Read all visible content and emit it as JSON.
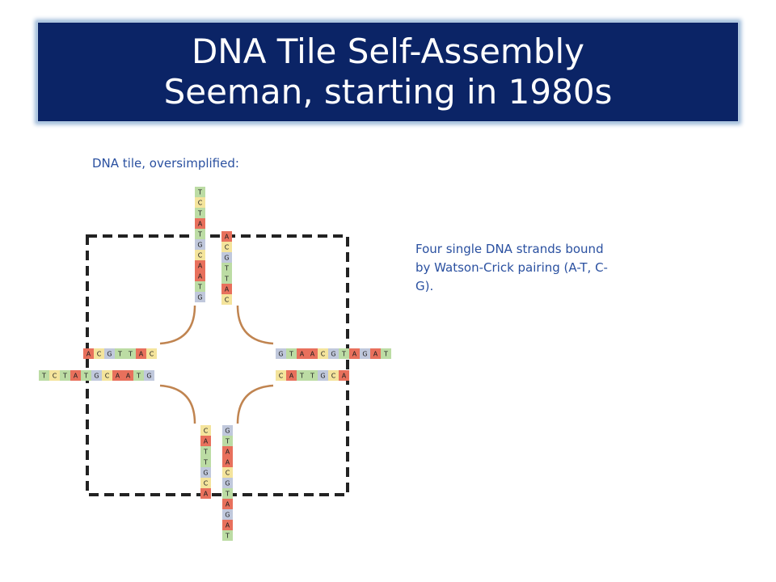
{
  "title": {
    "line1": "DNA Tile Self-Assembly",
    "line2": "Seeman, starting in 1980s"
  },
  "tile_caption": "DNA tile, oversimplified:",
  "description": "Four single DNA strands bound by Watson-Crick pairing (A-T, C-G).",
  "colors": {
    "title_bg": "#0b2466",
    "A": "#e8705c",
    "C": "#f4e49c",
    "G": "#c0c8dc",
    "T": "#bcdca4",
    "connector": "#c08450",
    "dashed_border": "#222222",
    "caption_text": "#2a50a0"
  },
  "strands": {
    "top_outer": [
      "T",
      "C",
      "T",
      "A",
      "T",
      "G",
      "C",
      "A",
      "A",
      "T",
      "G"
    ],
    "top_inner": [
      "A",
      "C",
      "G",
      "T",
      "T",
      "A",
      "C"
    ],
    "left_top": [
      "A",
      "C",
      "G",
      "T",
      "T",
      "A",
      "C"
    ],
    "left_bottom": [
      "T",
      "C",
      "T",
      "A",
      "T",
      "G",
      "C",
      "A",
      "A",
      "T",
      "G"
    ],
    "right_top": [
      "G",
      "T",
      "A",
      "A",
      "C",
      "G",
      "T",
      "A",
      "G",
      "A",
      "T"
    ],
    "right_bottom": [
      "C",
      "A",
      "T",
      "T",
      "G",
      "C",
      "A"
    ],
    "bottom_left": [
      "C",
      "A",
      "T",
      "T",
      "G",
      "C",
      "A"
    ],
    "bottom_right": [
      "G",
      "T",
      "A",
      "A",
      "C",
      "G",
      "T",
      "A",
      "G",
      "A",
      "T"
    ]
  }
}
